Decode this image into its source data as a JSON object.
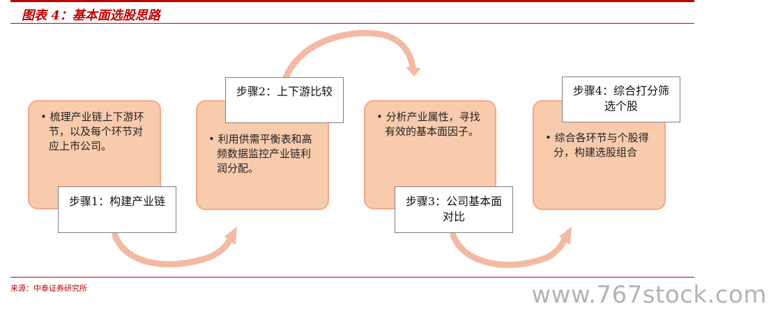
{
  "title": "图表 4：基本面选股思路",
  "source": "来源：中泰证券研究所",
  "watermark": "www.767stock.com",
  "colors": {
    "accent": "#c00000",
    "card_fill": "#f8cbad",
    "card_border": "#f4a886",
    "arrow": "#f4b9a4"
  },
  "cards": [
    {
      "text": "梳理产业链上下游环节，以及每个环节对应上市公司。"
    },
    {
      "text": "利用供需平衡表和高频数据监控产业链利润分配。"
    },
    {
      "text": "分析产业属性，寻找有效的基本面因子。"
    },
    {
      "text": "综合各环节与个股得分，构建选股组合"
    }
  ],
  "steps": [
    {
      "label": "步骤1：构建产业链"
    },
    {
      "label": "步骤2：上下游比较"
    },
    {
      "label": "步骤3：公司基本面对比"
    },
    {
      "label": "步骤4：综合打分筛选个股"
    }
  ]
}
